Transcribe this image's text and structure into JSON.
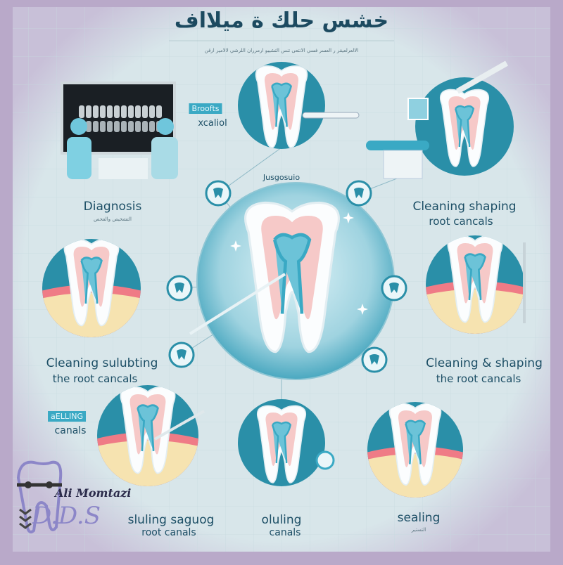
{
  "title": "ﺧﺸﺲ ﺣﻠﻚ ﺓ ﻣﻴﻼﺍﻑ",
  "subtitle": "ﺍﻟﺎﻟﻌﺮﻟﻌﻴﻘﺮ ﺭ ﺍﻟﻌﺴﺮ ﻓﺴﻲ ﺍﻟﺎﻧﺘﻌﻰ ﺗﻨﺲ ﺍﻟﺘﺸﻴﺒﻮ ﺍﺭﻣﺮﺭﺍﻥ ﺍﻟﻠﺮﺷﻲ ﻟﺎﻟﺎﻣﻴﺮ ﺍﺭﻗﻦ",
  "colors": {
    "background": "#d8e6ea",
    "accent": "#2a8fa8",
    "text": "#1d4f66",
    "vignette": "#b9a9c9",
    "gum": "#ef7b86",
    "bone": "#f6e3b0"
  },
  "steps": {
    "xray": {
      "tag": "Broofts",
      "label": "xcaliol"
    },
    "top_center": {
      "label": "Jusgosuio"
    },
    "diagnosis": {
      "label": "Diagnosis",
      "caption": "ﺍﻟﺘﺸﺨﻴﺺ ﻭﺍﻟﻔﺤﺺ"
    },
    "top_right": {
      "line1": "Cleaning shaping",
      "line2": "root cancals"
    },
    "left_middle": {
      "line1": "Cleaning sulubting",
      "line2": "the root cancals"
    },
    "right_middle": {
      "line1": "Cleaning & shaping",
      "line2": "the root cancals"
    },
    "filling": {
      "tag": "aELLING",
      "label": "canals"
    },
    "bottom_left": {
      "line1": "sluling saguog",
      "line2": "root canals"
    },
    "bottom_middle": {
      "line1": "oluling",
      "line2": "canals"
    },
    "bottom_right": {
      "line1": "sealing",
      "caption": "ﺍﻟﺘﺴﺘﻴﺮ"
    }
  },
  "logo": {
    "name": "Ali Momtazi",
    "degree": "D.D.S"
  }
}
